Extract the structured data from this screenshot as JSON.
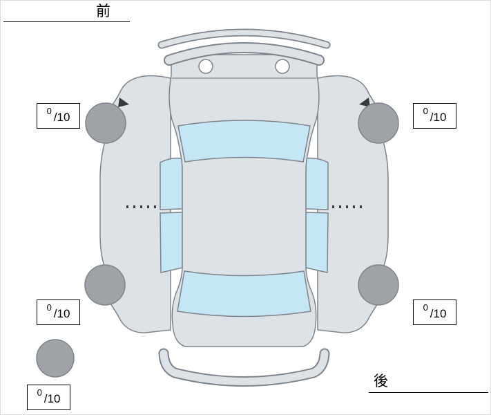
{
  "labels": {
    "front": "前",
    "rear": "後"
  },
  "scores": {
    "front_left": {
      "value": "0",
      "max": "/10"
    },
    "front_right": {
      "value": "0",
      "max": "/10"
    },
    "rear_left": {
      "value": "0",
      "max": "/10"
    },
    "rear_right": {
      "value": "0",
      "max": "/10"
    },
    "spare": {
      "value": "0",
      "max": "/10"
    }
  },
  "colors": {
    "body": "#dde2e6",
    "glass": "#c5e6f4",
    "wheel": "#9fa2a6",
    "outline": "#7d838a",
    "background": "#ffffff",
    "line": "#000000"
  }
}
